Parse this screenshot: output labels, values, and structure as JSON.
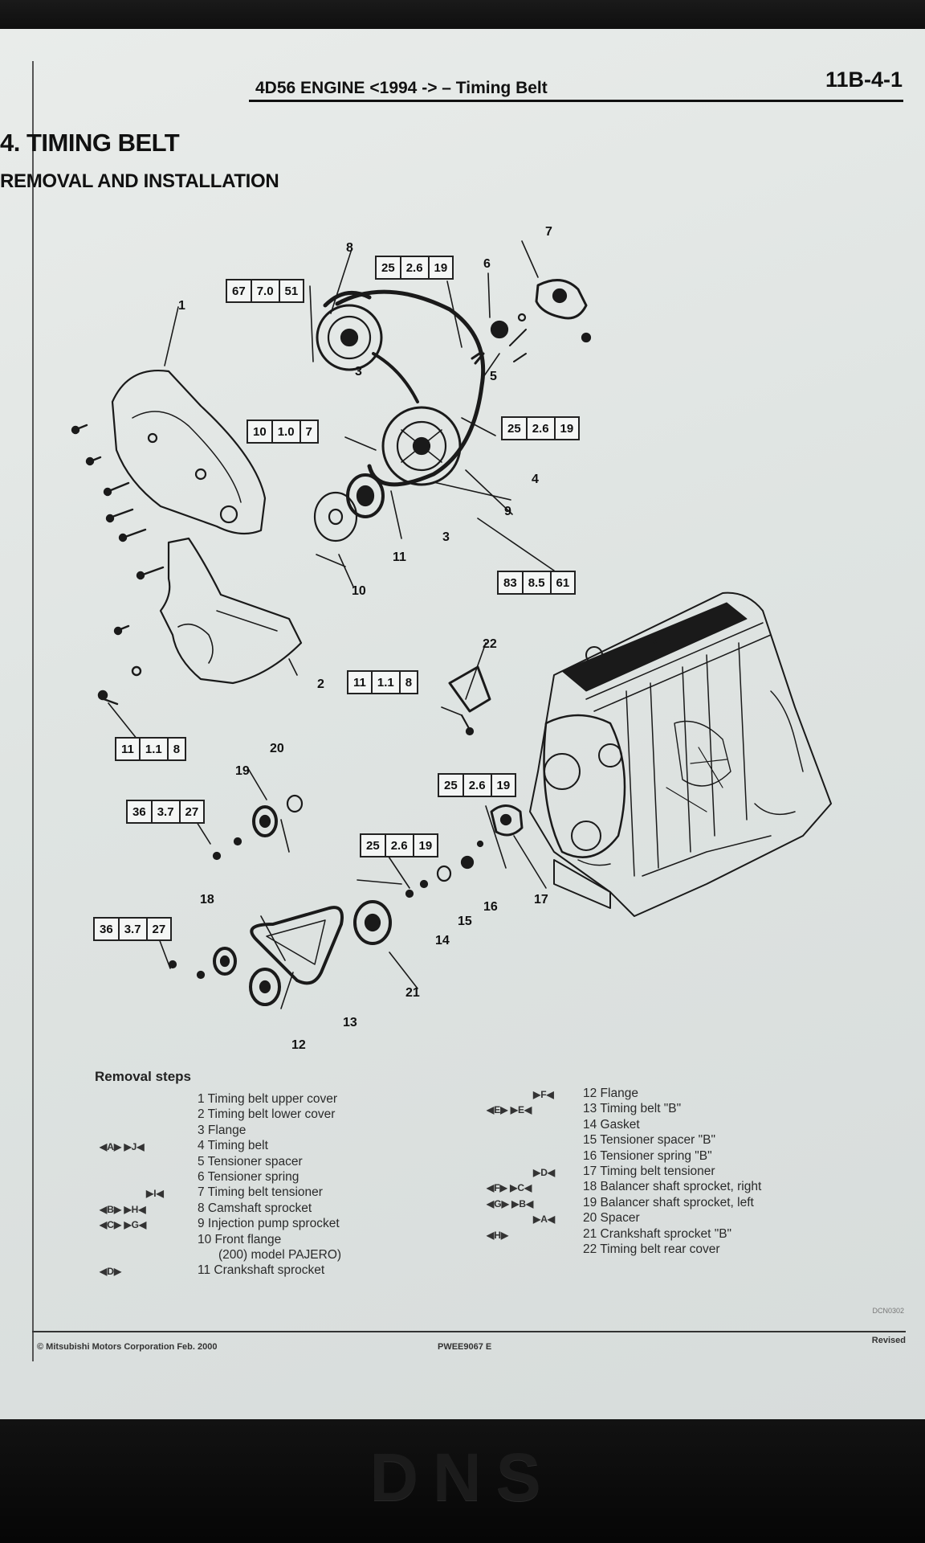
{
  "header": {
    "title": "4D56 ENGINE <1994 -> – Timing Belt",
    "page": "11B-4-1"
  },
  "section_title": "4. TIMING BELT",
  "subsection_title": "REMOVAL AND INSTALLATION",
  "specs": [
    {
      "values": [
        "67",
        "7.0",
        "51"
      ]
    },
    {
      "values": [
        "25",
        "2.6",
        "19"
      ]
    },
    {
      "values": [
        "10",
        "1.0",
        "7"
      ]
    },
    {
      "values": [
        "25",
        "2.6",
        "19"
      ]
    },
    {
      "values": [
        "83",
        "8.5",
        "61"
      ]
    },
    {
      "values": [
        "11",
        "1.1",
        "8"
      ]
    },
    {
      "values": [
        "11",
        "1.1",
        "8"
      ]
    },
    {
      "values": [
        "36",
        "3.7",
        "27"
      ]
    },
    {
      "values": [
        "25",
        "2.6",
        "19"
      ]
    },
    {
      "values": [
        "25",
        "2.6",
        "19"
      ]
    },
    {
      "values": [
        "36",
        "3.7",
        "27"
      ]
    }
  ],
  "callouts": [
    "1",
    "2",
    "3",
    "3",
    "4",
    "5",
    "6",
    "7",
    "8",
    "9",
    "10",
    "11",
    "12",
    "13",
    "14",
    "15",
    "16",
    "17",
    "18",
    "19",
    "20",
    "21",
    "22"
  ],
  "removal": {
    "label": "Removal steps",
    "left": [
      {
        "mark": "",
        "text": "1  Timing belt upper cover"
      },
      {
        "mark": "",
        "text": "2  Timing belt lower cover"
      },
      {
        "mark": "",
        "text": "3  Flange"
      },
      {
        "mark": "◀A▶   ▶J◀",
        "text": "4  Timing belt"
      },
      {
        "mark": "",
        "text": "5  Tensioner spacer"
      },
      {
        "mark": "",
        "text": "6  Tensioner spring"
      },
      {
        "mark": "▶I◀",
        "text": "7  Timing belt tensioner"
      },
      {
        "mark": "◀B▶   ▶H◀",
        "text": "8  Camshaft sprocket"
      },
      {
        "mark": "◀C▶   ▶G◀",
        "text": "9  Injection pump sprocket"
      },
      {
        "mark": "",
        "text": "10  Front flange"
      },
      {
        "mark": "",
        "text": "(200) model PAJERO)"
      },
      {
        "mark": "◀D▶",
        "text": "11  Crankshaft sprocket"
      }
    ],
    "right": [
      {
        "mark": "▶F◀",
        "text": "12  Flange"
      },
      {
        "mark": "◀E▶   ▶E◀",
        "text": "13  Timing belt \"B\""
      },
      {
        "mark": "",
        "text": "14  Gasket"
      },
      {
        "mark": "",
        "text": "15  Tensioner spacer \"B\""
      },
      {
        "mark": "",
        "text": "16  Tensioner spring \"B\""
      },
      {
        "mark": "▶D◀",
        "text": "17  Timing belt tensioner"
      },
      {
        "mark": "◀F▶   ▶C◀",
        "text": "18  Balancer shaft sprocket, right"
      },
      {
        "mark": "◀G▶   ▶B◀",
        "text": "19  Balancer shaft sprocket, left"
      },
      {
        "mark": "▶A◀",
        "text": "20  Spacer"
      },
      {
        "mark": "◀H▶",
        "text": "21  Crankshaft sprocket \"B\""
      },
      {
        "mark": "",
        "text": "22  Timing belt rear cover"
      }
    ]
  },
  "footer": {
    "left": "© Mitsubishi Motors Corporation  Feb. 2000",
    "mid": "PWEE9067 E",
    "right": "Revised",
    "code": "DCN0302"
  },
  "device_brand": "DNS"
}
